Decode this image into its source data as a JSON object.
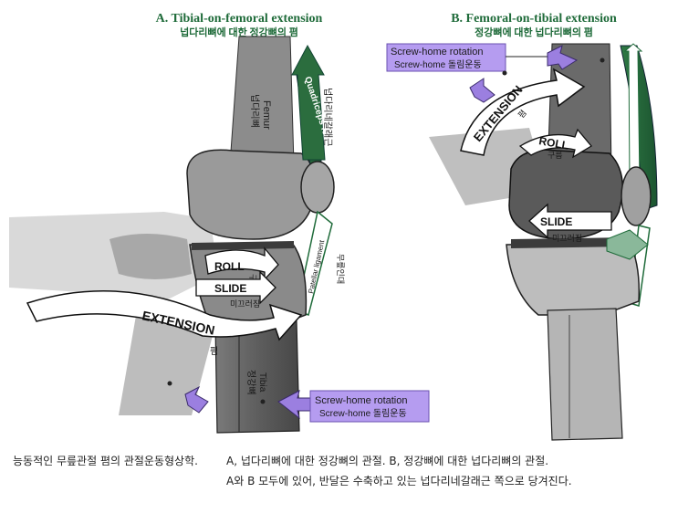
{
  "panel_a": {
    "title": "A. Tibial-on-femoral extension",
    "subtitle": "넙다리뼈에 대한 정강뼈의 폄",
    "femur": "Femur",
    "femur_ko": "넙다리뼈",
    "quadriceps": "Quadriceps femoris",
    "quadriceps_ko": "넙다리네갈래근",
    "patellar_ligament": "Patellar ligament",
    "patellar_ligament_ko": "무릎인대",
    "roll": "ROLL",
    "roll_ko": "구름",
    "slide": "SLIDE",
    "slide_ko": "미끄러짐",
    "extension": "EXTENSION",
    "extension_ko": "폄",
    "tibia": "Tibia",
    "tibia_ko": "정강뼈",
    "screw_home": "Screw-home rotation",
    "screw_home_ko": "Screw-home 돌림운동"
  },
  "panel_b": {
    "title": "B. Femoral-on-tibial extension",
    "subtitle": "정강뼈에 대한 넙다리뼈의 폄",
    "screw_home": "Screw-home rotation",
    "screw_home_ko": "Screw-home 돌림운동",
    "extension": "EXTENSION",
    "extension_ko": "폄",
    "roll": "ROLL",
    "roll_ko": "구름",
    "slide": "SLIDE",
    "slide_ko": "미끄러짐"
  },
  "caption": {
    "left": "능동적인 무릎관절 폄의 관절운동형상학.",
    "line1": "A, 넙다리뼈에 대한 정강뼈의 관절. B, 정강뼈에 대한 넙다리뼈의 관절.",
    "line2": "A와 B 모두에 있어, 반달은 수축하고 있는 넙다리네갈래근 쪽으로 당겨진다."
  },
  "colors": {
    "title_green": "#1f6b3a",
    "muscle_green": "#2a6b3c",
    "bone_dark": "#6b6b6b",
    "bone_light": "#a9a9a9",
    "screw_purple": "#9b7fe0",
    "label_purple": "#b59cf0"
  }
}
